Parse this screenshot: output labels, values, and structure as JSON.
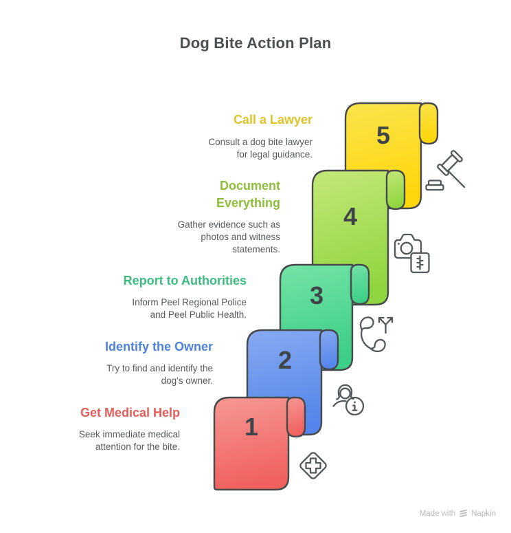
{
  "title": "Dog Bite Action Plan",
  "colors": {
    "outline": "#45494C",
    "number_text": "#3E4447",
    "title_text": "#4A4F52",
    "description_text": "#55595C",
    "icon_stroke": "#53585A",
    "footer_text": "#B8BBBD"
  },
  "steps": [
    {
      "number": "1",
      "heading": "Get Medical Help",
      "heading_color": "#E35D5B",
      "description": "Seek immediate medical\nattention for the bite.",
      "ribbon_light": "#F69893",
      "ribbon_dark": "#F0615E",
      "icon": "medical-cross-diamond-icon"
    },
    {
      "number": "2",
      "heading": "Identify the Owner",
      "heading_color": "#4E82DB",
      "description": "Try to find and identify the\ndog's owner.",
      "ribbon_light": "#87AAF1",
      "ribbon_dark": "#5585EA",
      "icon": "person-info-icon"
    },
    {
      "number": "3",
      "heading": "Report to Authorities",
      "heading_color": "#3CBC81",
      "description": "Inform Peel Regional Police\nand Peel Public Health.",
      "ribbon_light": "#73E3A6",
      "ribbon_dark": "#3DCE87",
      "icon": "phone-share-icon"
    },
    {
      "number": "4",
      "heading": "Document\nEverything",
      "heading_color": "#8CBD3B",
      "description": "Gather evidence such as\nphotos and witness\nstatements.",
      "ribbon_light": "#C4E777",
      "ribbon_dark": "#8FD53F",
      "icon": "camera-note-icon"
    },
    {
      "number": "5",
      "heading": "Call a Lawyer",
      "heading_color": "#E2C327",
      "description": "Consult a dog bite lawyer\nfor legal guidance.",
      "ribbon_light": "#F9E44D",
      "ribbon_dark": "#FFD60A",
      "icon": "gavel-icon"
    }
  ],
  "footer": {
    "made_with": "Made with",
    "brand": "Napkin"
  }
}
